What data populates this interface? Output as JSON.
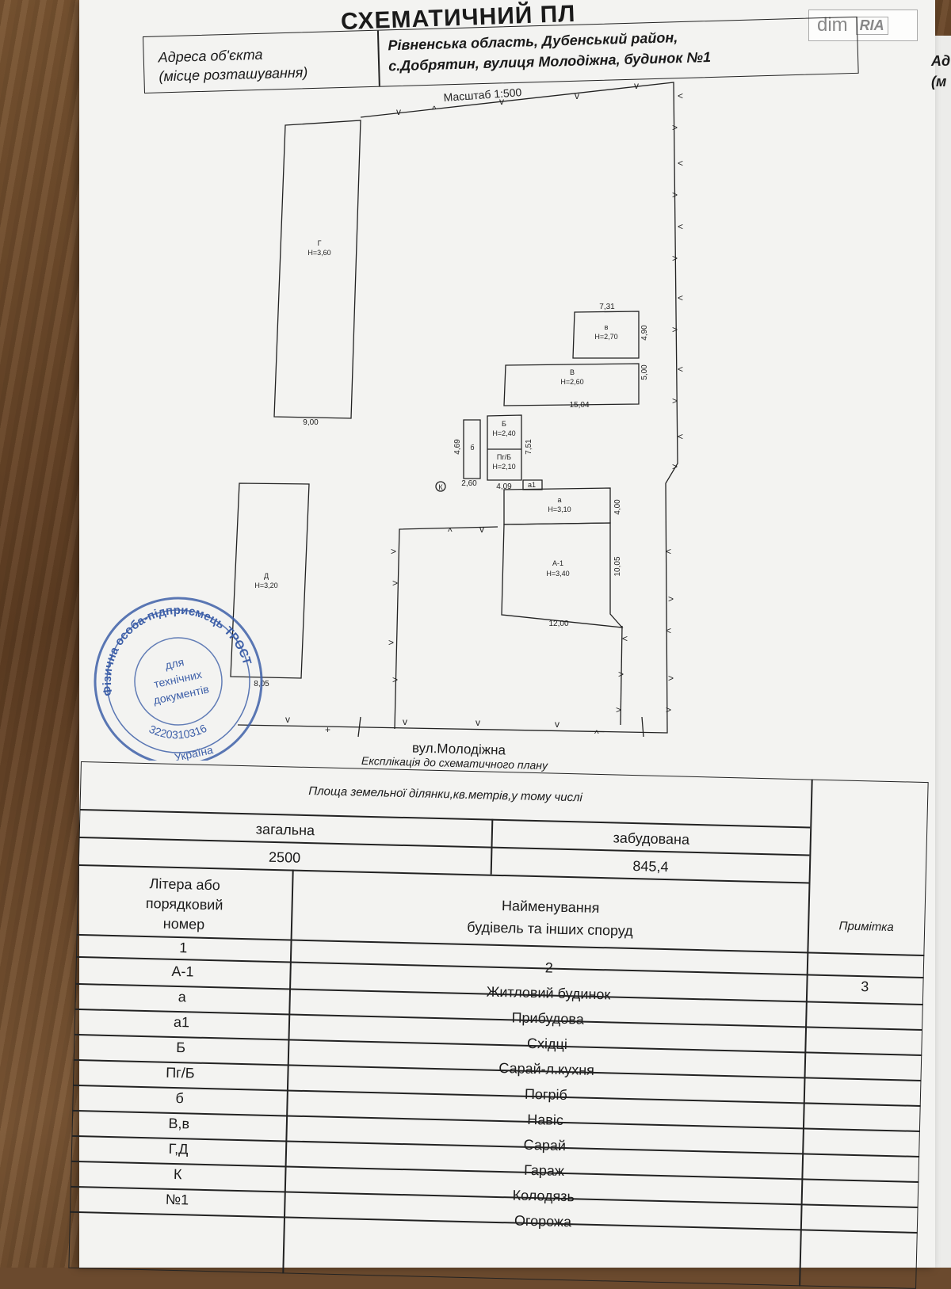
{
  "document": {
    "title": "СХЕМАТИЧНИЙ ПЛ",
    "address_label_line1": "Адреса об'єкта",
    "address_label_line2": "(місце розташування)",
    "address_value_line1": "Рівненська область, Дубенський район,",
    "address_value_line2": "с.Добрятин, вулиця Молодіжна, будинок №1",
    "side_text_line1": "Ад",
    "side_text_line2": "(м",
    "logo_text": "dim",
    "logo_badge": "RIA",
    "scale": "Масштаб 1:500",
    "street": "вул.Молодіжна",
    "explication": "Експлікація до схематичного плану"
  },
  "plan": {
    "buildings": [
      {
        "letter": "Г",
        "height": "H=3,60"
      },
      {
        "letter": "Д",
        "height": "H=3,20"
      },
      {
        "letter": "в",
        "height": "H=2,70"
      },
      {
        "letter": "В",
        "height": "H=2,60"
      },
      {
        "letter": "Б",
        "height": "H=2,40"
      },
      {
        "letter": "Пг/Б",
        "height": "H=2,10"
      },
      {
        "letter": "а",
        "height": "H=3,10"
      },
      {
        "letter": "А-1",
        "height": "H=3,40"
      },
      {
        "letter": "б",
        "height": ""
      },
      {
        "letter": "а1",
        "height": ""
      }
    ],
    "dimensions": [
      "9,00",
      "8,05",
      "7,31",
      "4,90",
      "5,00",
      "15,04",
      "4,69",
      "7,51",
      "2,60",
      "4,09",
      "4,00",
      "10,05",
      "12,00"
    ],
    "well_marker": "К"
  },
  "stamp": {
    "ring_text": "Фізична особа-підприємець ТРОСТЯНЧУК АНДРІЙ ПЕТРОВИЧ",
    "center_line1": "для",
    "center_line2": "технічних",
    "center_line3": "документів",
    "code": "3220310316",
    "country": "Україна"
  },
  "table": {
    "header_area": "Площа земельної ділянки,кв.метрів,у тому числі",
    "col_total": "загальна",
    "col_built": "забудована",
    "val_total": "2500",
    "val_built": "845,4",
    "col_letter_l1": "Літера або",
    "col_letter_l2": "порядковий",
    "col_letter_l3": "номер",
    "col_name_l1": "Найменування",
    "col_name_l2": "будівель та інших споруд",
    "col_note": "Примітка",
    "num1": "1",
    "num2": "2",
    "num3": "3",
    "rows": [
      {
        "letter": "А-1",
        "name": "Житловий будинок"
      },
      {
        "letter": "а",
        "name": "Прибудова"
      },
      {
        "letter": "а1",
        "name": "Східці"
      },
      {
        "letter": "Б",
        "name": "Сарай-л.кухня"
      },
      {
        "letter": "Пг/Б",
        "name": "Погріб"
      },
      {
        "letter": "б",
        "name": "Навіс"
      },
      {
        "letter": "В,в",
        "name": "Сарай"
      },
      {
        "letter": "Г,Д",
        "name": "Гараж"
      },
      {
        "letter": "К",
        "name": "Колодязь"
      },
      {
        "letter": "№1",
        "name": "Огорожа"
      }
    ]
  }
}
